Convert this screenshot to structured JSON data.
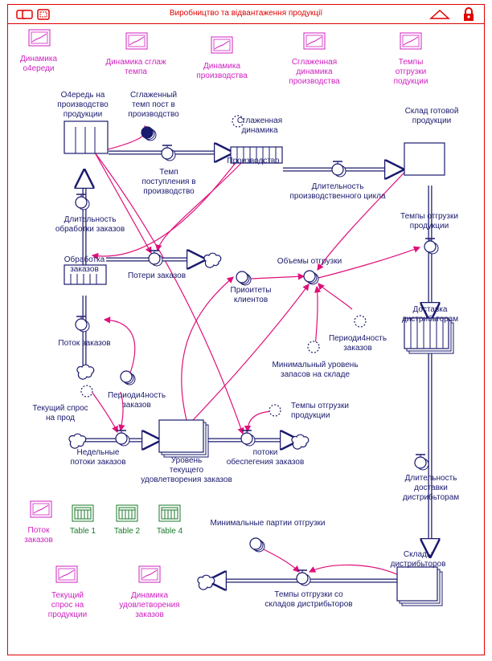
{
  "window": {
    "title": "Виробництво та відвантаження продукції"
  },
  "graphs": [
    {
      "lines": [
        "Динамика",
        "о4ереди"
      ]
    },
    {
      "lines": [
        "Динамика сглаж",
        "темпа"
      ]
    },
    {
      "lines": [
        "Динамика",
        "производства"
      ]
    },
    {
      "lines": [
        "Сглаженная",
        "динамика",
        "производства"
      ]
    },
    {
      "lines": [
        "Темпы",
        "отгрузки",
        "подукции"
      ]
    },
    {
      "lines": [
        "Поток",
        "заказов"
      ]
    },
    {
      "lines": [
        "Текущий",
        "спрос на",
        "продукции"
      ]
    },
    {
      "lines": [
        "Динамика",
        "удовлетворения",
        "заказов"
      ]
    }
  ],
  "tables": [
    {
      "label": "Table 1"
    },
    {
      "label": "Table 2"
    },
    {
      "label": "Table 4"
    }
  ],
  "stocks": [
    {
      "lines": [
        "О4ередь на",
        "производство",
        "продукции"
      ]
    },
    {
      "lines": [
        "Производство"
      ]
    },
    {
      "lines": [
        "Склад готовой",
        "продукции"
      ]
    },
    {
      "lines": [
        "Обработка",
        "заказов"
      ]
    },
    {
      "lines": [
        "Уровень",
        "текущего",
        "удовлетворения заказов"
      ]
    },
    {
      "lines": [
        "Доставка",
        "дистрибьторам"
      ]
    },
    {
      "lines": [
        "Склады",
        "дистрибьторов"
      ]
    }
  ],
  "flows": [
    {
      "lines": [
        "Темп",
        "поступления в",
        "производство"
      ]
    },
    {
      "lines": [
        "Длительность",
        "производственного цикла"
      ]
    },
    {
      "lines": [
        "Темпы отгрузки",
        "продукции"
      ]
    },
    {
      "lines": [
        "Длительность",
        "обработки заказов"
      ]
    },
    {
      "lines": [
        "Потери заказов"
      ]
    },
    {
      "lines": [
        "Поток заказов"
      ]
    },
    {
      "lines": [
        "Недельные",
        "потоки заказов"
      ]
    },
    {
      "lines": [
        "потоки",
        "обеспегения заказов"
      ]
    },
    {
      "lines": [
        "Длительность",
        "доставки",
        "дистрибьторам"
      ]
    },
    {
      "lines": [
        "Темпы отгрузки со",
        "складов дистрибьторов"
      ]
    }
  ],
  "converters": [
    {
      "lines": [
        "Сглаженный",
        "темп пост в",
        "производство"
      ]
    },
    {
      "lines": [
        "Сглаженная",
        "динамика"
      ]
    },
    {
      "lines": [
        "Объемы отгрузки"
      ]
    },
    {
      "lines": [
        "Приоитеты",
        "клиентов"
      ]
    },
    {
      "lines": [
        "Периоди4ность",
        "заказов"
      ]
    },
    {
      "lines": [
        "Минимальный уровень",
        "запасов на складе"
      ]
    },
    {
      "lines": [
        "Текущий спрос",
        "на прод"
      ]
    },
    {
      "lines": [
        "Периоди4ность",
        "заказов"
      ]
    },
    {
      "lines": [
        "Темпы отгрузки",
        "продукции"
      ]
    },
    {
      "lines": [
        "Минимальные партии отгрузки"
      ]
    }
  ],
  "colors": {
    "frame": "#e00000",
    "stock": "#1a1a6e",
    "flow_pipe": "#1a1a6e",
    "connector": "#e0107a",
    "graph_icon": "#d020c0",
    "table_icon": "#1a7a2a"
  }
}
